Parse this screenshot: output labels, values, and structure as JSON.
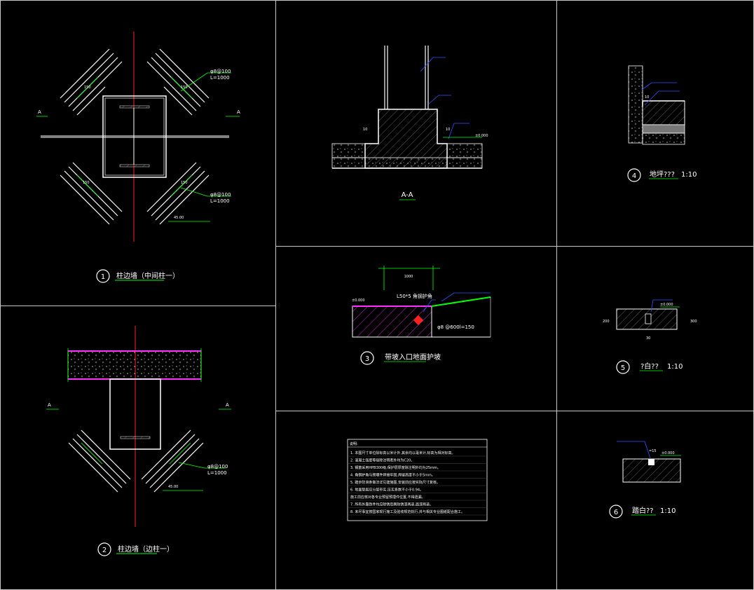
{
  "details": [
    {
      "num": "1",
      "title": "柱边墙（中间柱一）"
    },
    {
      "num": "2",
      "title": "柱边墙（边柱一）"
    },
    {
      "num": "3",
      "title": "带坡入口地面护坡"
    },
    {
      "num": "4",
      "title": "地坪???",
      "scale": "1:10"
    },
    {
      "num": "5",
      "title": "?白??",
      "scale": "1:10"
    },
    {
      "num": "6",
      "title": "踏白??",
      "scale": "1:10"
    }
  ],
  "section_aa": {
    "title": "A-A"
  },
  "labels": {
    "section_mark": "A",
    "rebar_spec": "φ8@100",
    "rebar_length": "L=1000",
    "angle_note": "45.00",
    "dim_150": "150",
    "level_zero": "±0.000",
    "dim_1000": "1000",
    "angle_steel": "L50*5 角钢护角",
    "rebar_bottom": "φ8 @600l=150",
    "dim_10": "10",
    "dim_200": "200",
    "dim_300": "300",
    "dim_30": "30",
    "dim_15": "=15"
  },
  "notes": {
    "heading": "说明:",
    "lines": [
      "1. 本图尺寸单位除标高以米计外,其余均以毫米计,标高为相对标高。",
      "2. 混凝土强度等级除注明者外均为C20。",
      "3. 钢筋采用HPB300级,保护层厚度除注明外均为25mm。",
      "4. 角钢护角与预埋件焊接牢固,焊缝高度不小于5mm。",
      "5. 踏步防滑条做法详见建施图,安装前应按实际尺寸复核。",
      "6. 地面垫层应分层夯实,压实系数不小于0.94。",
      "   施工前应核对各专业预留预埋件位置,不得遗漏。",
      "7. 所有外露铁件均应除锈后刷防锈漆两道,面漆两道。",
      "8. 未尽事宜按国家现行施工及验收规范执行,并与相关专业图纸配合施工。"
    ]
  },
  "colors": {
    "green": "#00ff00",
    "red": "#ff2020",
    "blue": "#3050ff",
    "magenta": "#ff30ff",
    "white": "#ffffff",
    "grid": "#c8c8c8"
  }
}
